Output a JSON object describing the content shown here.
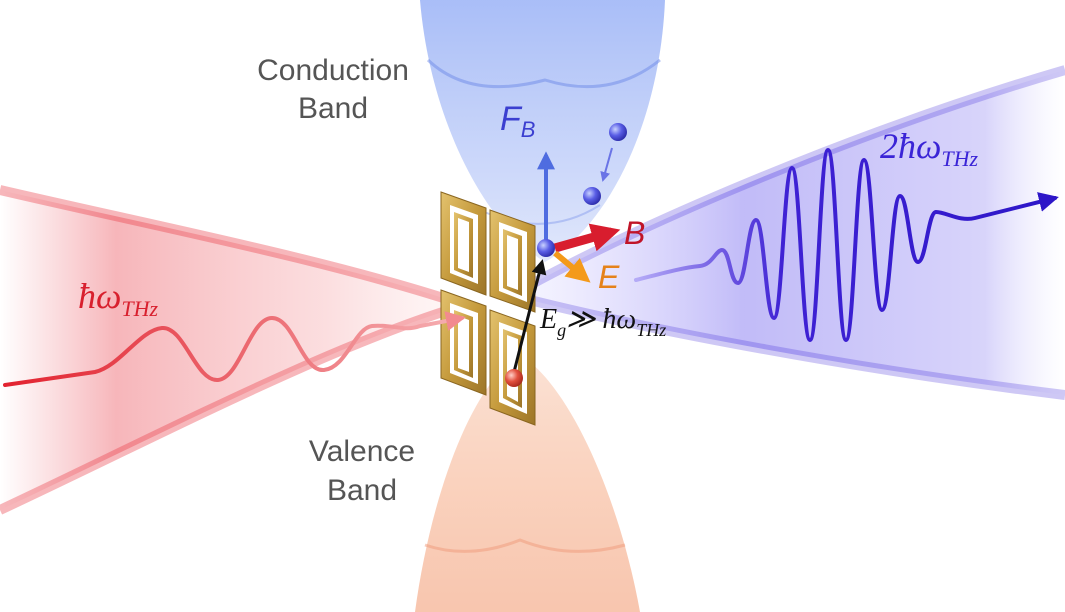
{
  "labels": {
    "conduction_line1": "Conduction",
    "conduction_line2": "Band",
    "valence_line1": "Valence",
    "valence_line2": "Band",
    "force_main": "F",
    "force_sub": "B",
    "magnetic": "B",
    "electric": "E",
    "gap_main": "E",
    "gap_sub": "g",
    "gap_relation": "≫ ħω",
    "gap_relation_sub": "THz",
    "input_photon_main": "ħω",
    "input_photon_sub": "THz",
    "output_photon_main": "2ħω",
    "output_photon_sub": "THz"
  },
  "colors": {
    "input_beam": "#e8323c",
    "output_beam": "#3a24d6",
    "conduction_band": "#7f9cf0",
    "valence_band": "#f4a789",
    "metasurface": "#c9a24a",
    "force_arrow": "#4f6ce0",
    "b_field": "#d81d2e",
    "e_field": "#f49a1a",
    "label_gray": "#555555"
  }
}
